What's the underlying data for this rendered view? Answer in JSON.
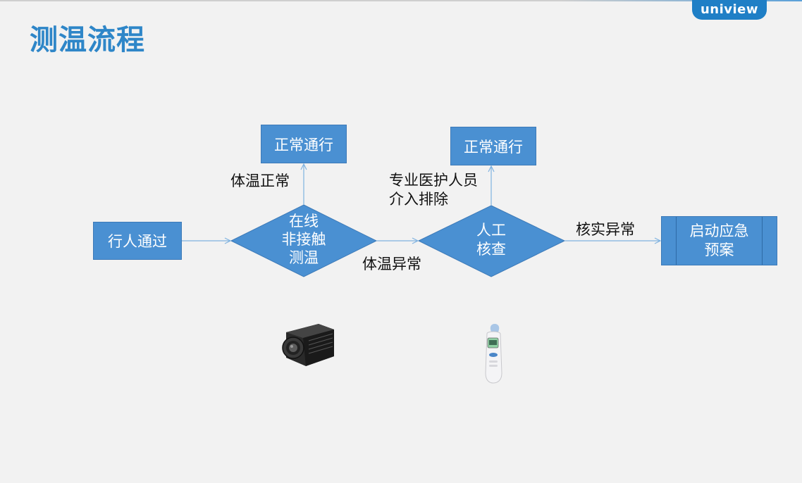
{
  "slide": {
    "title": "测温流程",
    "logo": "uniview"
  },
  "flow": {
    "start": "行人通过",
    "pass_top_1": "正常通行",
    "pass_top_2": "正常通行",
    "decision_1": {
      "line1": "在线",
      "line2": "非接触",
      "line3": "测温"
    },
    "decision_2": {
      "line1": "人工",
      "line2": "核查"
    },
    "emergency": {
      "line1": "启动应急",
      "line2": "预案"
    },
    "labels": {
      "normal_temp": "体温正常",
      "medical_1": "专业医护人员",
      "medical_2": "介入排除",
      "abnormal_temp": "体温异常",
      "verified_abnormal": "核实异常"
    }
  },
  "images": {
    "camera": "thermal-camera-image",
    "thermometer": "ear-thermometer-image"
  },
  "colors": {
    "node_fill": "#4a90d2",
    "title": "#2e86c8",
    "arrow": "#7fb2e0",
    "logo_bg": "#1f7fc6"
  }
}
